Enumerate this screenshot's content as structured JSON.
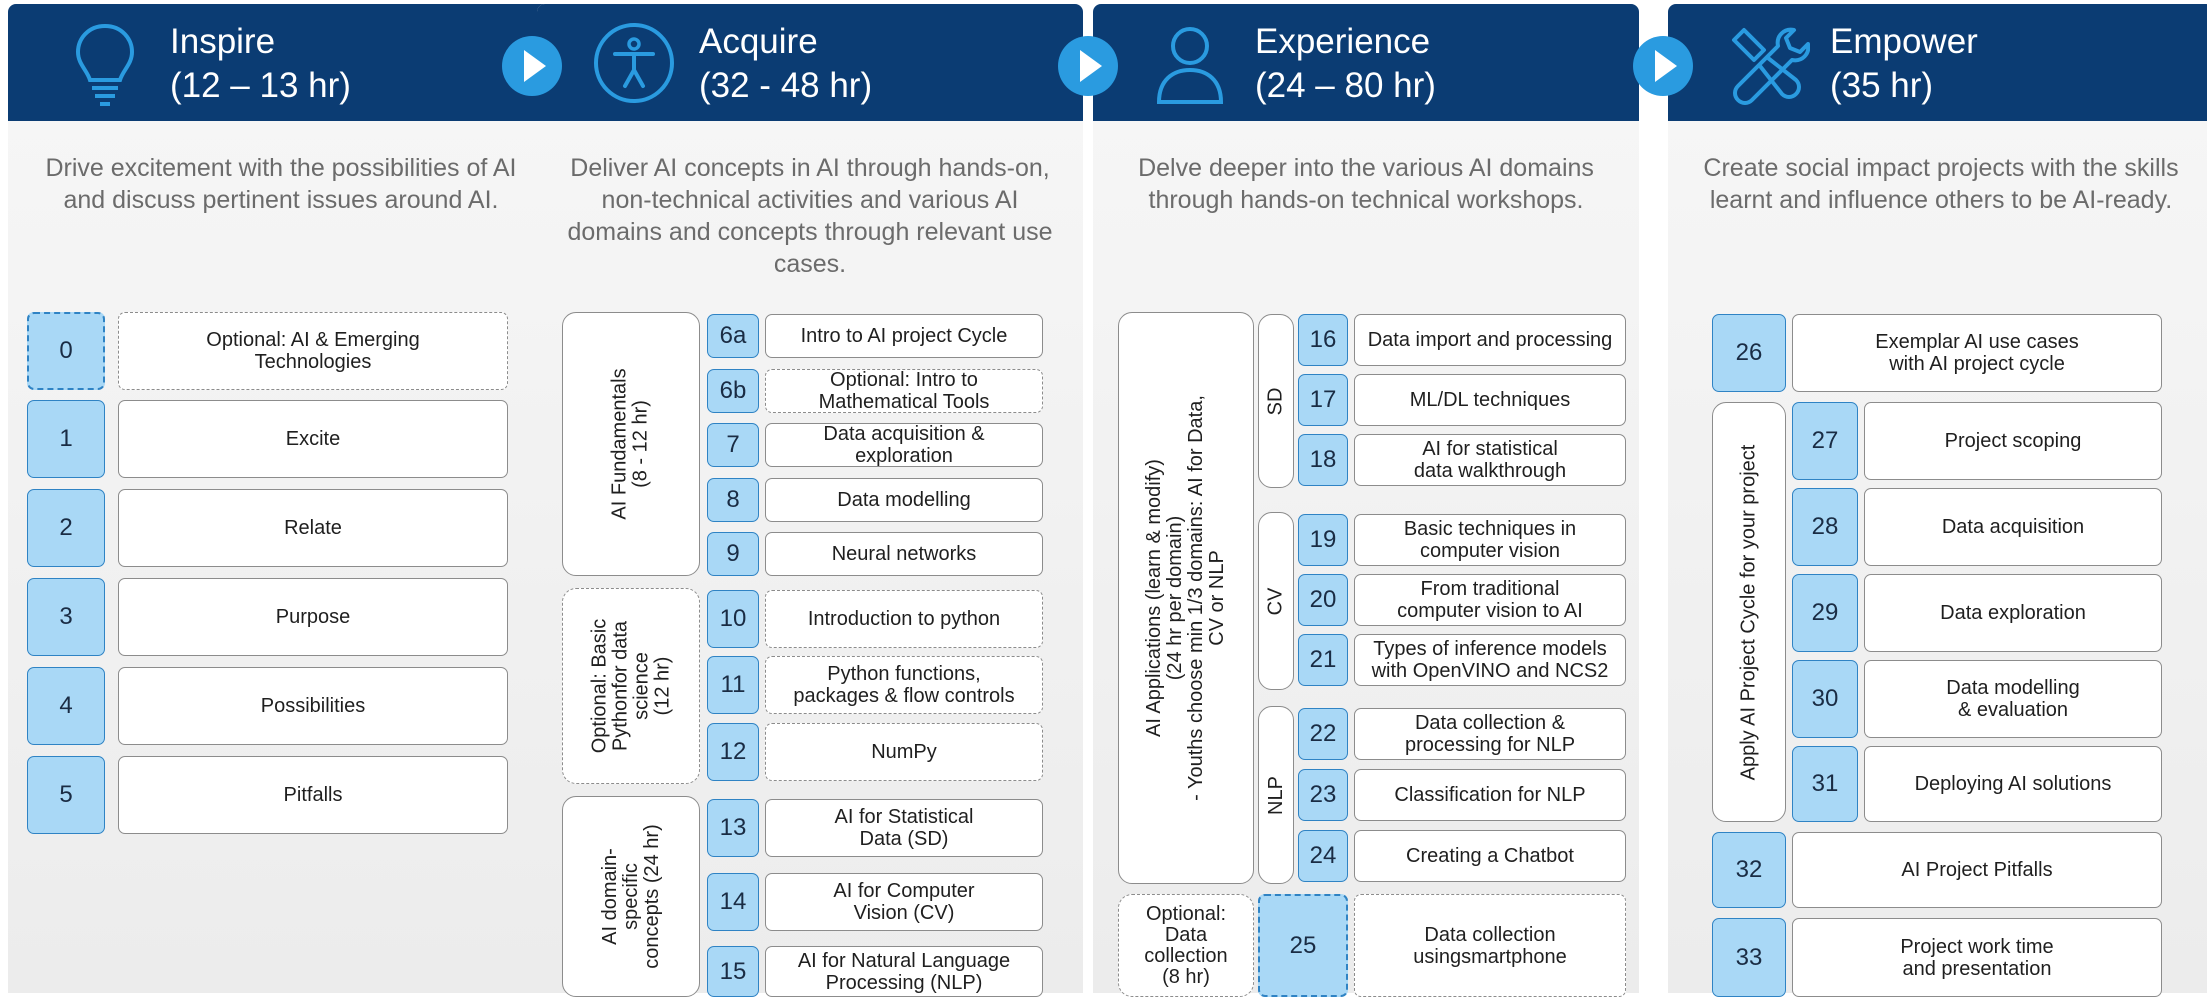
{
  "colors": {
    "header": "#0b3c73",
    "accent": "#2f83c4",
    "num_fill": "#a9d8f6"
  },
  "phases": [
    {
      "icon": "lightbulb-icon",
      "title": "Inspire\n(12 – 13 hr)",
      "description": "Drive excitement with the possibilities of AI and discuss pertinent issues around AI."
    },
    {
      "icon": "accessibility-icon",
      "title": "Acquire\n(32 - 48 hr)",
      "description": "Deliver AI concepts in AI through hands-on, non-technical activities and various AI domains and concepts through relevant use cases."
    },
    {
      "icon": "user-icon",
      "title": "Experience\n(24 – 80 hr)",
      "description": "Delve deeper into the various AI domains through hands-on technical workshops."
    },
    {
      "icon": "tools-icon",
      "title": "Empower\n(35 hr)",
      "description": "Create social impact projects with the skills learnt and influence others to be AI-ready."
    }
  ],
  "inspire": [
    {
      "num": "0",
      "label": "Optional: AI & Emerging\nTechnologies"
    },
    {
      "num": "1",
      "label": "Excite"
    },
    {
      "num": "2",
      "label": "Relate"
    },
    {
      "num": "3",
      "label": "Purpose"
    },
    {
      "num": "4",
      "label": "Possibilities"
    },
    {
      "num": "5",
      "label": "Pitfalls"
    }
  ],
  "acquire": {
    "groups": [
      "AI Fundamentals\n(8 - 12 hr)",
      "Optional: Basic\nPythonfor data\nscience\n(12 hr)",
      "AI domain-\nspecific\nconcepts (24 hr)"
    ],
    "items": [
      {
        "num": "6a",
        "label": "Intro to AI project Cycle"
      },
      {
        "num": "6b",
        "label": "Optional: Intro to\nMathematical Tools"
      },
      {
        "num": "7",
        "label": "Data acquisition &\nexploration"
      },
      {
        "num": "8",
        "label": "Data modelling"
      },
      {
        "num": "9",
        "label": "Neural networks"
      },
      {
        "num": "10",
        "label": "Introduction to python"
      },
      {
        "num": "11",
        "label": "Python functions,\npackages & flow controls"
      },
      {
        "num": "12",
        "label": "NumPy"
      },
      {
        "num": "13",
        "label": "AI for Statistical\nData (SD)"
      },
      {
        "num": "14",
        "label": "AI for Computer\nVision (CV)"
      },
      {
        "num": "15",
        "label": "AI for Natural Language\nProcessing (NLP)"
      }
    ]
  },
  "experience": {
    "group": "AI Applications (learn & modify)\n(24 hr per domain)\n- Youths choose min 1/3 domains: AI for Data,\nCV or NLP",
    "subgroups": [
      "SD",
      "CV",
      "NLP"
    ],
    "optional_label": "Optional:\nData\ncollection\n(8 hr)",
    "items": [
      {
        "num": "16",
        "label": "Data import and processing"
      },
      {
        "num": "17",
        "label": "ML/DL techniques"
      },
      {
        "num": "18",
        "label": "AI for statistical\ndata walkthrough"
      },
      {
        "num": "19",
        "label": "Basic techniques in\ncomputer vision"
      },
      {
        "num": "20",
        "label": "From traditional\ncomputer vision to AI"
      },
      {
        "num": "21",
        "label": "Types of inference models\nwith OpenVINO and NCS2"
      },
      {
        "num": "22",
        "label": "Data collection &\nprocessing for NLP"
      },
      {
        "num": "23",
        "label": "Classification for NLP"
      },
      {
        "num": "24",
        "label": "Creating a Chatbot"
      },
      {
        "num": "25",
        "label": "Data collection\nusingsmartphone"
      }
    ]
  },
  "empower": {
    "group": "Apply AI Project Cycle for your project",
    "items": [
      {
        "num": "26",
        "label": "Exemplar AI use cases\nwith AI project cycle"
      },
      {
        "num": "27",
        "label": "Project scoping"
      },
      {
        "num": "28",
        "label": "Data acquisition"
      },
      {
        "num": "29",
        "label": "Data exploration"
      },
      {
        "num": "30",
        "label": "Data modelling\n& evaluation"
      },
      {
        "num": "31",
        "label": "Deploying AI solutions"
      },
      {
        "num": "32",
        "label": "AI Project Pitfalls"
      },
      {
        "num": "33",
        "label": "Project work time\nand presentation"
      }
    ]
  }
}
